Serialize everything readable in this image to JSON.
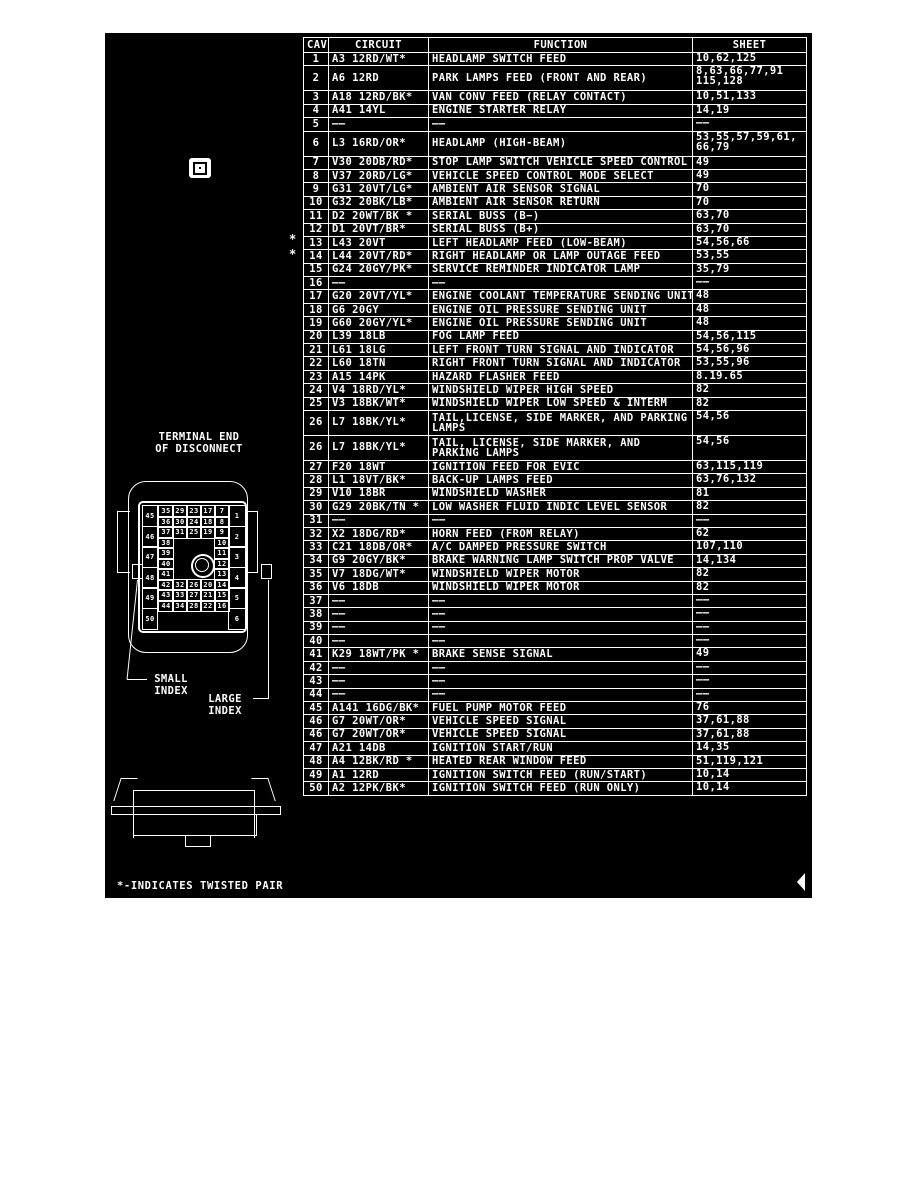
{
  "table": {
    "headers": {
      "cav": "CAV",
      "circuit": "CIRCUIT",
      "function": "FUNCTION",
      "sheet": "SHEET"
    },
    "rows": [
      {
        "cav": "1",
        "circuit": "A3 12RD/WT*",
        "function": "HEADLAMP SWITCH FEED",
        "sheet": "10,62,125"
      },
      {
        "cav": "2",
        "circuit": "A6 12RD",
        "function": "PARK LAMPS FEED (FRONT AND REAR)",
        "sheet": "8,63,66,77,91 115,128"
      },
      {
        "cav": "3",
        "circuit": "A18 12RD/BK*",
        "function": "VAN CONV FEED (RELAY CONTACT)",
        "sheet": "10,51,133"
      },
      {
        "cav": "4",
        "circuit": "A41 14YL",
        "function": "ENGINE STARTER RELAY",
        "sheet": "14,19"
      },
      {
        "cav": "5",
        "circuit": "——",
        "function": "——",
        "sheet": "——"
      },
      {
        "cav": "6",
        "circuit": "L3 16RD/OR*",
        "function": "HEADLAMP (HIGH-BEAM)",
        "sheet": "53,55,57,59,61, 66,79"
      },
      {
        "cav": "7",
        "circuit": "V30 20DB/RD*",
        "function": "STOP LAMP SWITCH VEHICLE SPEED CONTROL",
        "sheet": "49"
      },
      {
        "cav": "8",
        "circuit": "V37 20RD/LG*",
        "function": "VEHICLE SPEED CONTROL MODE SELECT",
        "sheet": "49"
      },
      {
        "cav": "9",
        "circuit": "G31 20VT/LG*",
        "function": "AMBIENT AIR SENSOR SIGNAL",
        "sheet": "70"
      },
      {
        "cav": "10",
        "circuit": "G32 20BK/LB*",
        "function": "AMBIENT AIR SENSOR RETURN",
        "sheet": "70"
      },
      {
        "cav": "11",
        "circuit": "D2 20WT/BK *",
        "function": "SERIAL BUSS (B−)",
        "sheet": "63,70"
      },
      {
        "cav": "12",
        "circuit": "D1 20VT/BR*",
        "function": "SERIAL BUSS (B+)",
        "sheet": "63,70"
      },
      {
        "cav": "13",
        "circuit": "L43 20VT",
        "function": "LEFT HEADLAMP FEED (LOW-BEAM)",
        "sheet": "54,56,66"
      },
      {
        "cav": "14",
        "circuit": "L44 20VT/RD*",
        "function": "RIGHT HEADLAMP OR LAMP OUTAGE FEED",
        "sheet": "53,55"
      },
      {
        "cav": "15",
        "circuit": "G24 20GY/PK*",
        "function": "SERVICE REMINDER INDICATOR LAMP",
        "sheet": "35,79"
      },
      {
        "cav": "16",
        "circuit": "——",
        "function": "——",
        "sheet": "——"
      },
      {
        "cav": "17",
        "circuit": "G20 20VT/YL*",
        "function": "ENGINE COOLANT TEMPERATURE SENDING UNIT",
        "sheet": "48"
      },
      {
        "cav": "18",
        "circuit": "G6 20GY",
        "function": "ENGINE OIL PRESSURE SENDING UNIT",
        "sheet": "48"
      },
      {
        "cav": "19",
        "circuit": "G60 20GY/YL*",
        "function": "ENGINE OIL PRESSURE SENDING UNIT",
        "sheet": "48"
      },
      {
        "cav": "20",
        "circuit": "L39 18LB",
        "function": "FOG LAMP FEED",
        "sheet": "54,56,115"
      },
      {
        "cav": "21",
        "circuit": "L61 18LG",
        "function": "LEFT FRONT TURN SIGNAL AND INDICATOR",
        "sheet": "54,56,96"
      },
      {
        "cav": "22",
        "circuit": "L60 18TN",
        "function": "RIGHT FRONT TURN SIGNAL AND INDICATOR",
        "sheet": "53,55,96"
      },
      {
        "cav": "23",
        "circuit": "A15 14PK",
        "function": "HAZARD FLASHER FEED",
        "sheet": "8.19.65"
      },
      {
        "cav": "24",
        "circuit": "V4 18RD/YL*",
        "function": "WINDSHIELD WIPER HIGH SPEED",
        "sheet": "82"
      },
      {
        "cav": "25",
        "circuit": "V3 18BK/WT*",
        "function": "WINDSHIELD WIPER LOW SPEED & INTERM",
        "sheet": "82"
      },
      {
        "cav": "26",
        "circuit": "L7 18BK/YL*",
        "function": "TAIL,LICENSE, SIDE MARKER, AND PARKING LAMPS",
        "sheet": "54,56"
      },
      {
        "cav": "26",
        "circuit": "L7 18BK/YL*",
        "function": "TAIL, LICENSE, SIDE MARKER, AND PARKING LAMPS",
        "sheet": "54,56"
      },
      {
        "cav": "27",
        "circuit": "F20 18WT",
        "function": "IGNITION FEED FOR EVIC",
        "sheet": "63,115,119"
      },
      {
        "cav": "28",
        "circuit": "L1 18VT/BK*",
        "function": "BACK-UP LAMPS FEED",
        "sheet": "63,76,132"
      },
      {
        "cav": "29",
        "circuit": "V10 18BR",
        "function": "WINDSHIELD WASHER",
        "sheet": "81"
      },
      {
        "cav": "30",
        "circuit": "G29 20BK/TN *",
        "function": "LOW WASHER FLUID INDIC LEVEL SENSOR",
        "sheet": "82"
      },
      {
        "cav": "31",
        "circuit": "——",
        "function": "——",
        "sheet": "——"
      },
      {
        "cav": "32",
        "circuit": "X2 18DG/RD*",
        "function": "HORN FEED (FROM RELAY)",
        "sheet": "62"
      },
      {
        "cav": "33",
        "circuit": "C21 18DB/OR*",
        "function": "A/C DAMPED PRESSURE SWITCH",
        "sheet": "107,110"
      },
      {
        "cav": "34",
        "circuit": "G9 20GY/BK*",
        "function": "BRAKE WARNING LAMP SWITCH PROP VALVE",
        "sheet": "14,134"
      },
      {
        "cav": "35",
        "circuit": "V7 18DG/WT*",
        "function": "WINDSHIELD WIPER MOTOR",
        "sheet": "82"
      },
      {
        "cav": "36",
        "circuit": "V6 18DB",
        "function": "WINDSHIELD WIPER MOTOR",
        "sheet": "82"
      },
      {
        "cav": "37",
        "circuit": "——",
        "function": "——",
        "sheet": "——"
      },
      {
        "cav": "38",
        "circuit": "——",
        "function": "——",
        "sheet": "——"
      },
      {
        "cav": "39",
        "circuit": "——",
        "function": "——",
        "sheet": "——"
      },
      {
        "cav": "40",
        "circuit": "——",
        "function": "——",
        "sheet": "——"
      },
      {
        "cav": "41",
        "circuit": "K29 18WT/PK *",
        "function": "BRAKE SENSE SIGNAL",
        "sheet": "49"
      },
      {
        "cav": "42",
        "circuit": "——",
        "function": "——",
        "sheet": "——"
      },
      {
        "cav": "43",
        "circuit": "——",
        "function": "——",
        "sheet": "——"
      },
      {
        "cav": "44",
        "circuit": "——",
        "function": "——",
        "sheet": "——"
      },
      {
        "cav": "45",
        "circuit": "A141 16DG/BK*",
        "function": "FUEL PUMP MOTOR FEED",
        "sheet": "76"
      },
      {
        "cav": "46",
        "circuit": "G7 20WT/OR*",
        "function": "VEHICLE SPEED SIGNAL",
        "sheet": "37,61,88"
      },
      {
        "cav": "46",
        "circuit": "G7 20WT/OR*",
        "function": "VEHICLE SPEED SIGNAL",
        "sheet": "37,61,88"
      },
      {
        "cav": "47",
        "circuit": "A21 14DB",
        "function": "IGNITION START/RUN",
        "sheet": "14,35"
      },
      {
        "cav": "48",
        "circuit": "A4 12BK/RD *",
        "function": "HEATED REAR WINDOW FEED",
        "sheet": "51,119,121"
      },
      {
        "cav": "49",
        "circuit": "A1 12RD",
        "function": "IGNITION SWITCH FEED (RUN/START)",
        "sheet": "10,14"
      },
      {
        "cav": "50",
        "circuit": "A2 12PK/BK*",
        "function": "IGNITION SWITCH FEED (RUN ONLY)",
        "sheet": "10,14"
      }
    ]
  },
  "side_marks": {
    "row11": "*",
    "row12": "*"
  },
  "diagram": {
    "title_line1": "TERMINAL END",
    "title_line2": "OF DISCONNECT",
    "small_index_line1": "SMALL",
    "small_index_line2": "INDEX",
    "large_index_line1": "LARGE",
    "large_index_line2": "INDEX",
    "pins": {
      "left_col": [
        "45",
        "46",
        "47",
        "48",
        "49",
        "50"
      ],
      "right_col": [
        "1",
        "2",
        "3",
        "4",
        "5",
        "6"
      ],
      "top_rows": [
        [
          "35",
          "29",
          "23",
          "17",
          "7"
        ],
        [
          "36",
          "30",
          "24",
          "18",
          "8"
        ],
        [
          "37",
          "31",
          "25",
          "19",
          "9"
        ]
      ],
      "inner_left": [
        "38",
        "39",
        "40",
        "41"
      ],
      "inner_right": [
        "10",
        "11",
        "12",
        "13"
      ],
      "bottom_rows": [
        [
          "42",
          "32",
          "26",
          "20",
          "14"
        ],
        [
          "43",
          "33",
          "27",
          "21",
          "15"
        ],
        [
          "44",
          "34",
          "28",
          "22",
          "16"
        ]
      ]
    }
  },
  "footnote": "*-INDICATES TWISTED PAIR",
  "colors": {
    "background": "#000000",
    "foreground": "#ffffff",
    "page": "#ffffff"
  }
}
